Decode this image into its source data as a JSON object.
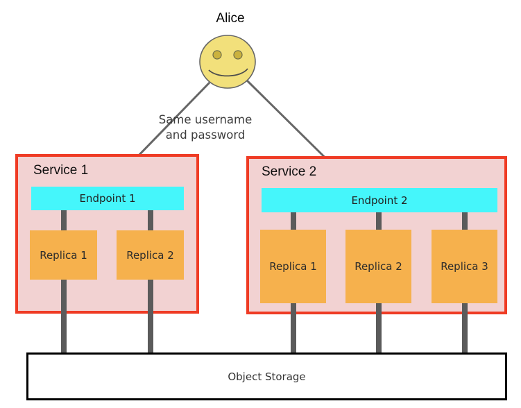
{
  "diagram": {
    "actor": {
      "label": "Alice"
    },
    "note": {
      "line1": "Same username",
      "line2": "and password"
    },
    "services": [
      {
        "label": "Service 1",
        "endpoint_label": "Endpoint 1",
        "replicas": [
          "Replica 1",
          "Replica 2"
        ]
      },
      {
        "label": "Service 2",
        "endpoint_label": "Endpoint 2",
        "replicas": [
          "Replica 1",
          "Replica 2",
          "Replica 3"
        ]
      }
    ],
    "storage": {
      "label": "Object Storage"
    },
    "colors": {
      "service_fill": "#F2D2D2",
      "service_border": "#EF3B24",
      "endpoint_fill": "#45F6FB",
      "replica_fill": "#F6B14D",
      "connector_gray": "#5B5B5B",
      "arrow_gray": "#666666",
      "face_fill": "#F2E07B",
      "face_stroke": "#666666",
      "eye_fill": "#CBB23E",
      "storage_border": "#000000"
    }
  }
}
